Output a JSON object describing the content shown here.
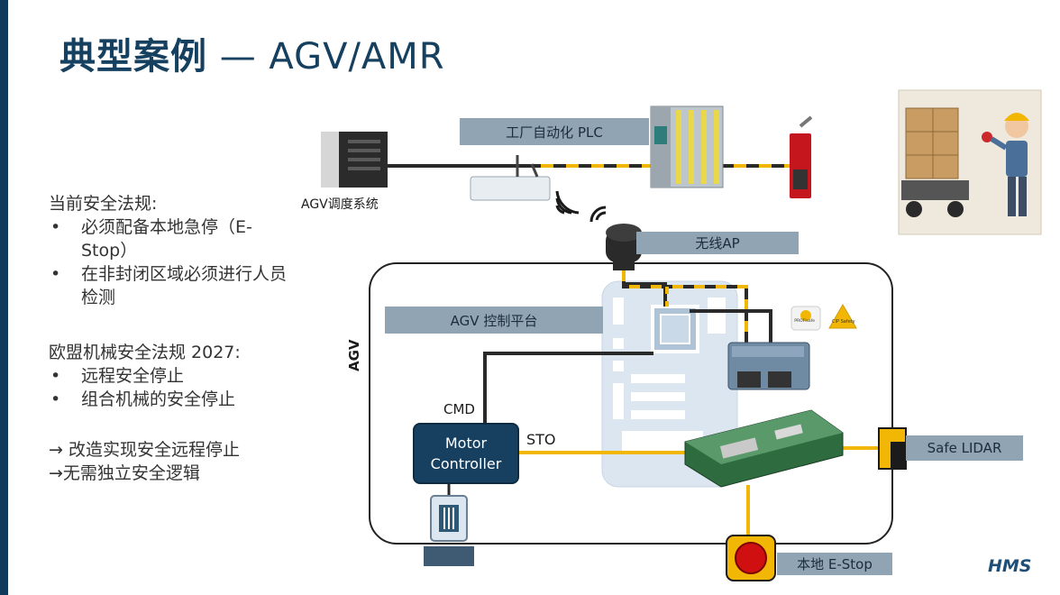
{
  "title": {
    "cn": "典型案例",
    "en": " — AGV/AMR"
  },
  "regulations": {
    "current_heading": "当前安全法规:",
    "current_items": [
      "必须配备本地急停（E-Stop）",
      "在非封闭区域必须进行人员检测"
    ],
    "eu_heading": "欧盟机械安全法规 2027:",
    "eu_items": [
      "远程安全停止",
      "组合机械的安全停止"
    ],
    "outcomes": [
      "→ 改造实现安全远程停止",
      "→无需独立安全逻辑"
    ]
  },
  "diagram": {
    "plc_label": "工厂自动化 PLC",
    "dispatch_label": "AGV调度系统",
    "wireless_ap_label": "无线AP",
    "control_platform_label": "AGV 控制平台",
    "agv_label": "AGV",
    "cmd_label": "CMD",
    "sto_label": "STO",
    "motor_controller_line1": "Motor",
    "motor_controller_line2": "Controller",
    "lidar_label": "Safe LIDAR",
    "estop_label": "本地 E-Stop",
    "badge1": "PROFIsafe",
    "badge2": "CIP Safety"
  },
  "logo": "HMS",
  "colors": {
    "accent_yellow": "#f2b705",
    "navy": "#173f5f",
    "label_gray": "#90a4b4",
    "line_dark": "#2a2a2a"
  }
}
